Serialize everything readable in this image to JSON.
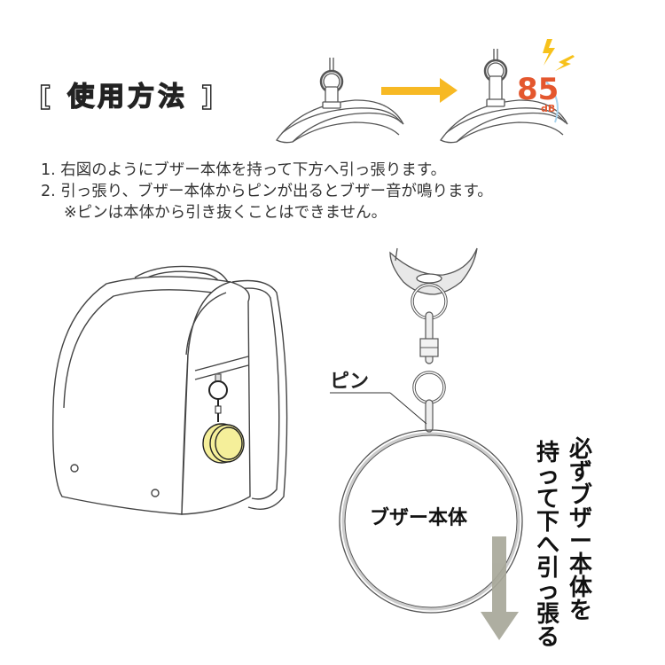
{
  "header": {
    "title": "[ 使用方法 ]"
  },
  "diagram_top": {
    "arrow_color": "#f7b924",
    "sound_level": "85",
    "sound_unit": "dB",
    "sound_color": "#e4572e",
    "lightning_color": "#f7c11a",
    "arc_color": "#a9d4ee"
  },
  "instructions": {
    "steps": [
      "1. 右図のようにブザー本体を持って下方へ引っ張ります。",
      "2. 引っ張り、ブザー本体からピンが出るとブザー音が鳴ります。"
    ],
    "note": "※ピンは本体から引き抜くことはできません。"
  },
  "backpack_illustration": {
    "buzzer_color": "#f5ef9a"
  },
  "detail_diagram": {
    "pin_label": "ピン",
    "body_label": "ブザー本体",
    "pull_arrow_color": "#a8a89a",
    "vertical_text_right": "必ずブザー本体を",
    "vertical_text_left": "持って下へ引っ張る。"
  }
}
